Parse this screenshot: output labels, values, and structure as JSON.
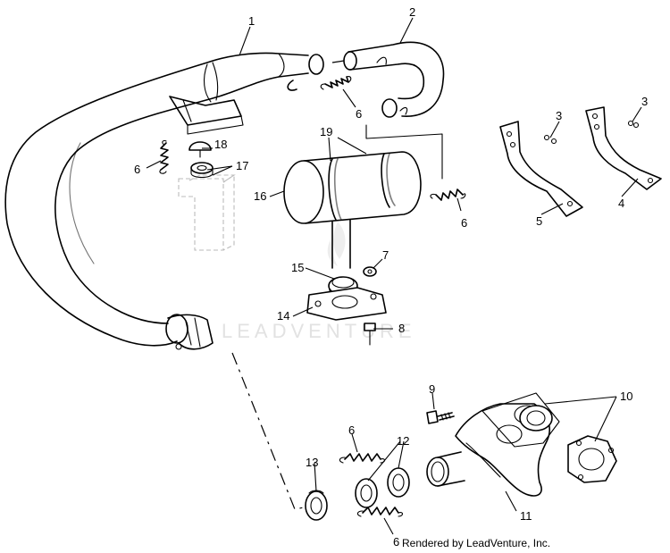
{
  "watermark": "LEADVENTURE",
  "credit": "Rendered by LeadVenture, Inc.",
  "callouts": {
    "c1": "1",
    "c2": "2",
    "c3a": "3",
    "c3b": "3",
    "c4": "4",
    "c5": "5",
    "c6a": "6",
    "c6b": "6",
    "c6c": "6",
    "c6d": "6",
    "c6e": "6",
    "c7": "7",
    "c8": "8",
    "c9": "9",
    "c10": "10",
    "c11": "11",
    "c12": "12",
    "c13": "13",
    "c14": "14",
    "c15": "15",
    "c16": "16",
    "c17": "17",
    "c18": "18",
    "c19": "19"
  }
}
